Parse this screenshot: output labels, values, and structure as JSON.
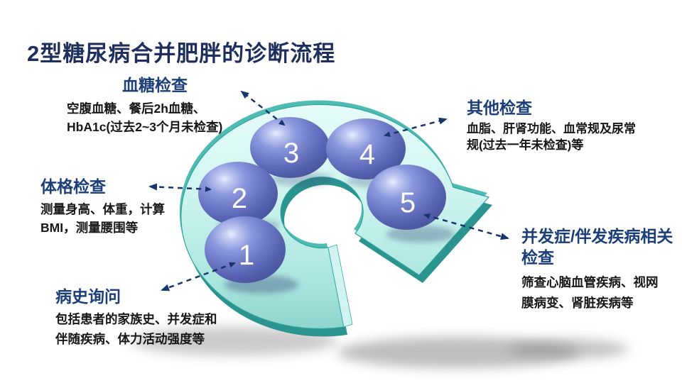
{
  "title": {
    "text": "2型糖尿病合并肥胖的诊断流程"
  },
  "diagram": {
    "type": "circular-process-arrow",
    "direction": "clockwise",
    "steps": [
      {
        "number": "1",
        "heading": "病史询问",
        "lines": [
          "包括患者的家族史、并发症和",
          "伴随疾病、体力活动强度等"
        ]
      },
      {
        "number": "2",
        "heading": "体格检查",
        "lines": [
          "测量身高、体重，计算",
          "BMI，测量腰围等"
        ]
      },
      {
        "number": "3",
        "heading": "血糖检查",
        "lines": [
          "空腹血糖、餐后2h血糖、",
          "HbA1c(过去2~3个月未检查)"
        ]
      },
      {
        "number": "4",
        "heading": "其他检查",
        "lines": [
          "血脂、肝肾功能、血常规及尿常",
          "规(过去一年未检查)等"
        ]
      },
      {
        "number": "5",
        "heading": "并发症/伴发疾病相关检查",
        "lines": [
          "筛查心脑血管疾病、视网",
          "膜病变、肾脏疾病等"
        ]
      }
    ],
    "colors": {
      "title_text": "#1E2F5E",
      "heading_text": "#1C3F79",
      "body_text": "#161616",
      "connector": "#17356B",
      "ring_fill_light": "#E4FBF8",
      "ring_fill_dark": "#92D7D0",
      "ring_rim_light": "#4FBCB4",
      "ring_side_dark": "#2B948F",
      "ring_edge": "#2FA29C",
      "sphere_main": "#7B87D2",
      "sphere_dark": "#49539D",
      "number_text": "#FFFFFF",
      "shadow": "#8A8A8A"
    }
  }
}
